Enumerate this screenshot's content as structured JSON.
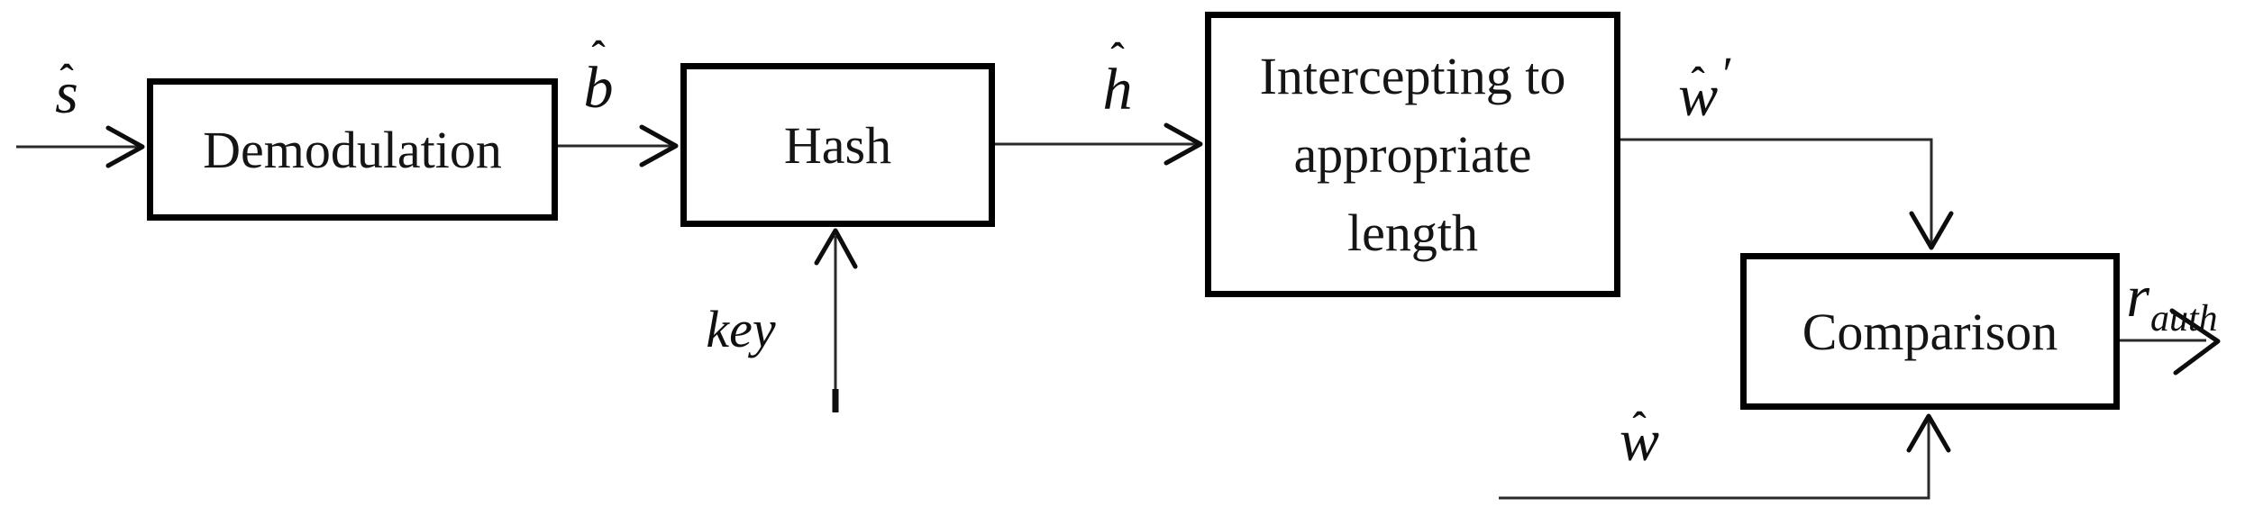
{
  "figure": {
    "background": "#ffffff",
    "ink": "#1a1a1a",
    "blocks": [
      {
        "id": "demodulation",
        "label": "Demodulation"
      },
      {
        "id": "hash",
        "label": "Hash"
      },
      {
        "id": "intercepting",
        "lines": [
          "Intercepting to",
          "appropriate",
          "length"
        ]
      },
      {
        "id": "comparison",
        "label": "Comparison"
      }
    ],
    "signals": {
      "s_hat": {
        "hat": "ˆ",
        "base": "s"
      },
      "b_hat": {
        "hat": "ˆ",
        "base": "b"
      },
      "h_hat": {
        "hat": "ˆ",
        "base": "h"
      },
      "w_hat_prime": {
        "hat": "ˆ",
        "base": "w",
        "prime": "′"
      },
      "key": {
        "text": "key"
      },
      "w_hat": {
        "hat": "ˆ",
        "base": "w"
      },
      "r_auth": {
        "base": "r",
        "sub": "auth"
      }
    }
  }
}
